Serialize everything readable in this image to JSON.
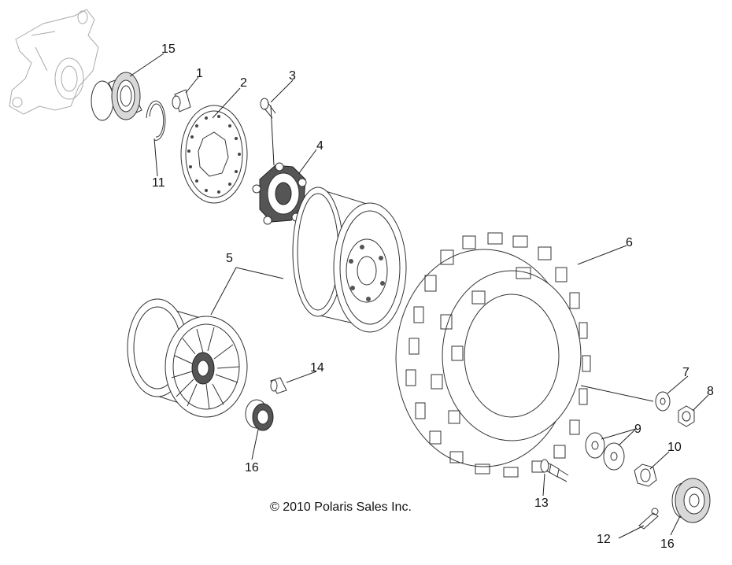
{
  "diagram": {
    "copyright": "© 2010 Polaris Sales Inc.",
    "callouts": {
      "c1": "1",
      "c2": "2",
      "c3": "3",
      "c4": "4",
      "c5": "5",
      "c6": "6",
      "c7": "7",
      "c8": "8",
      "c9": "9",
      "c10": "10",
      "c11": "11",
      "c12": "12",
      "c13": "13",
      "c14": "14",
      "c15": "15",
      "c16a": "16",
      "c16b": "16"
    }
  }
}
